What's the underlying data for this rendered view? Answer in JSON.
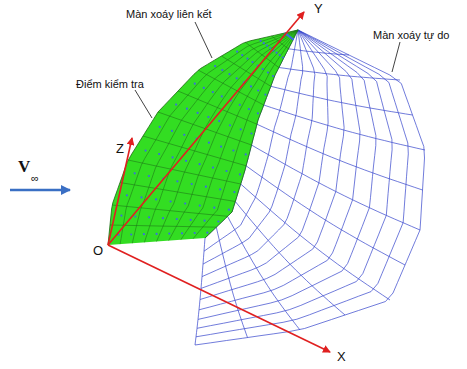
{
  "diagram": {
    "labels": [
      "Màn xoáy liên kết",
      "Điểm kiểm tra",
      "Màn xoáy tự do",
      "V",
      "∞",
      "Z",
      "Y",
      "O",
      "X"
    ]
  }
}
